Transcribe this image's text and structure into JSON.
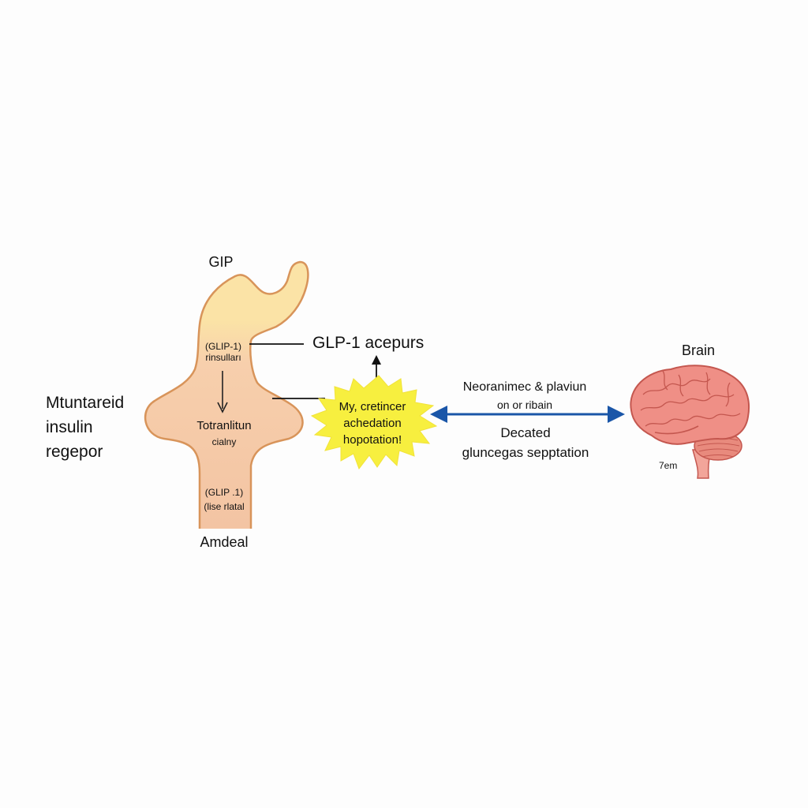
{
  "labels": {
    "top_organ": "GIP",
    "bottom_organ": "Amdeal",
    "left_caption": [
      "Mtuntareid",
      "insulin",
      "regepor"
    ],
    "organ_upper_text": [
      "(GLIP-1)",
      "rinsulları"
    ],
    "organ_middle_text": [
      "Totranlitun",
      "cialny"
    ],
    "organ_lower_text": [
      "(GLIP .1)",
      "(lise rlatal"
    ],
    "pointer_label": "GLP-1 acepurs",
    "burst_text": [
      "My, cretincer",
      "achedation",
      "hopotation!"
    ],
    "arrow_top_text": [
      "Neoranimec & plaviun",
      "on or ribain"
    ],
    "arrow_bottom_text": [
      "Decated",
      "gluncegas sepptation"
    ],
    "brain_title": "Brain",
    "brain_note": "7em"
  },
  "colors": {
    "organ_top_fill": "#fbe3a6",
    "organ_body_fill": "#f6c9a9",
    "organ_outline": "#d8945a",
    "burst_fill": "#f7ef3f",
    "arrow": "#1a56a8",
    "brain_fill": "#ef8f86",
    "brain_outline": "#c4574f"
  }
}
